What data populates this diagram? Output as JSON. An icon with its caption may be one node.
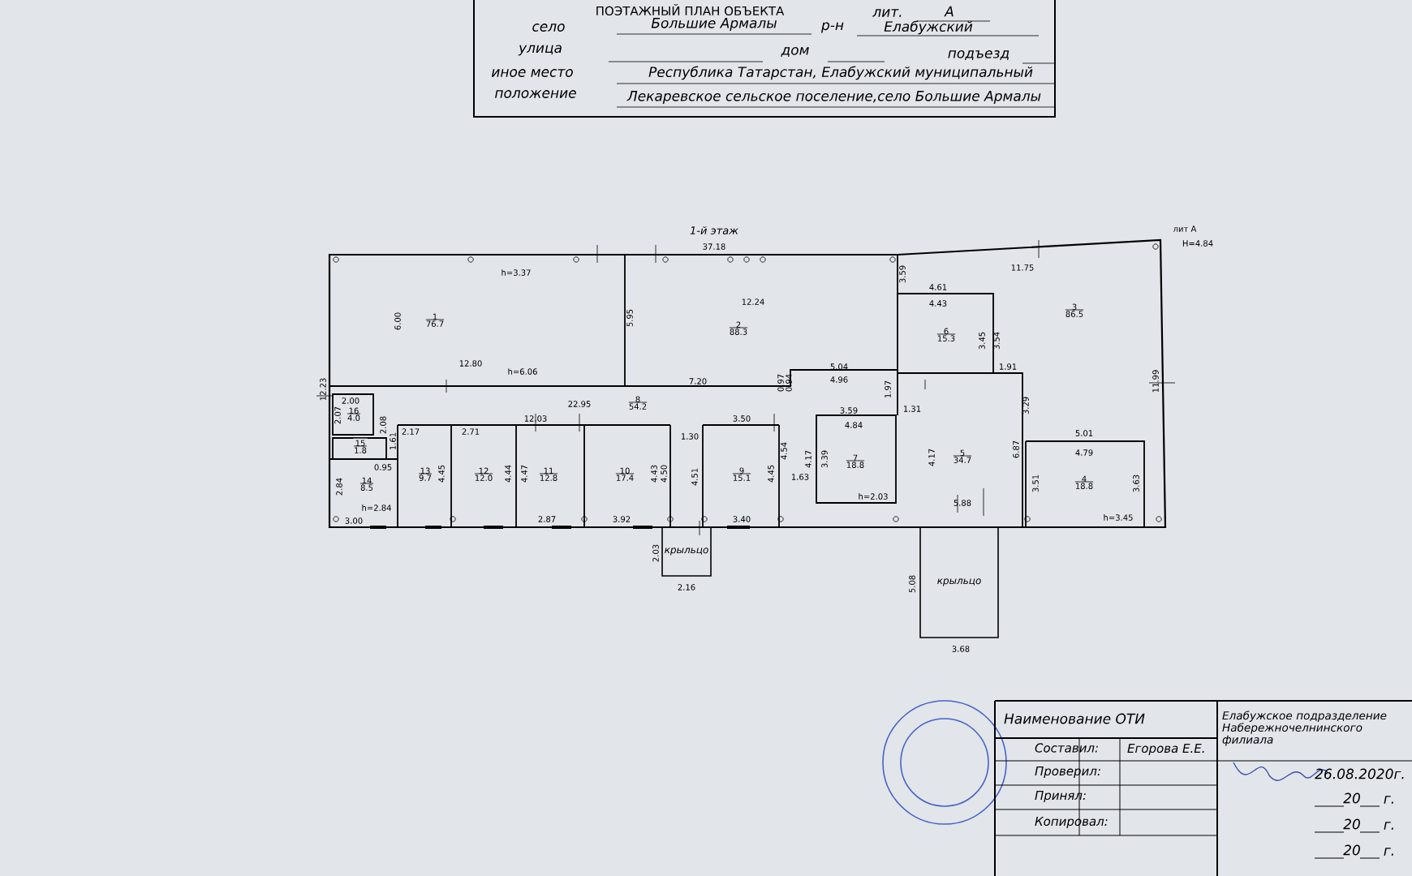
{
  "diagram": {
    "nodes": [
      {
        "text": [
          "1",
          "76.7"
        ]
      },
      {
        "text": [
          "2",
          "88.3"
        ]
      },
      {
        "text": [
          "3",
          "86.5"
        ]
      },
      {
        "text": [
          "6",
          "15.3"
        ]
      },
      {
        "text": [
          "5",
          "34.7"
        ]
      },
      {
        "text": [
          "7",
          "18.8"
        ]
      },
      {
        "text": [
          "4",
          "18.8"
        ]
      },
      {
        "text": [
          "8",
          "54.2"
        ]
      },
      {
        "text": [
          "9",
          "15.1"
        ]
      },
      {
        "text": [
          "10",
          "17.4"
        ]
      },
      {
        "text": [
          "11",
          "12.8"
        ]
      },
      {
        "text": [
          "12",
          "12.0"
        ]
      },
      {
        "text": [
          "13",
          "9.7"
        ]
      },
      {
        "text": [
          "14",
          "8.5"
        ]
      },
      {
        "text": [
          "15",
          "1.8"
        ]
      },
      {
        "text": [
          "16",
          "4.0"
        ]
      },
      {
        "text": [
          "крыльцо"
        ]
      },
      {
        "text": [
          "крыльцо"
        ]
      }
    ],
    "labels": [
      "ПОЭТАЖНЫЙ ПЛАН ОБЪЕКТА",
      "лит.",
      "А",
      "село",
      "Большие Армалы",
      "р-н",
      "Елабужский",
      "улица",
      "дом",
      "подъезд",
      "иное место",
      "Республика Татарстан, Елабужский муниципальный",
      "положение",
      "Лекаревское сельское поселение,село Большие Армалы",
      "1-й этаж",
      "37.18",
      "лит А",
      "Н=4.84",
      "h=3.37",
      "6.00",
      "12.80",
      "h=6.06",
      "12.23",
      "5.95",
      "12.24",
      "7.20",
      "5.04",
      "4.96",
      "0.97",
      "0.94",
      "1.97",
      "22.95",
      "12.03",
      "2.00",
      "2.07",
      "2.08",
      "1.61",
      "0.95",
      "2.17",
      "2.71",
      "4.45",
      "4.44",
      "4.47",
      "4.43",
      "4.50",
      "1.30",
      "4.51",
      "3.50",
      "4.45",
      "4.54",
      "1.63",
      "2.84",
      "h=2.84",
      "3.00",
      "2.87",
      "3.92",
      "3.40",
      "2.03",
      "2.16",
      "3.59",
      "4.84",
      "4.17",
      "3.39",
      "h=2.03",
      "4.61",
      "4.43",
      "3.45",
      "3.54",
      "3.59",
      "1.91",
      "1.31",
      "4.17",
      "3.29",
      "6.87",
      "3.51",
      "5.01",
      "4.79",
      "3.63",
      "h=3.45",
      "5.88",
      "11.75",
      "11.99",
      "5.08",
      "3.68",
      "Наименование ОТИ",
      "Елабужское подразделение Набережночелнинского филиала",
      "Составил:",
      "Егорова Е.Е.",
      "Проверил:",
      "26.08.2020г.",
      "Принял:",
      "20",
      "г.",
      "Копировал:",
      "20",
      "г.",
      "20",
      "г."
    ]
  }
}
